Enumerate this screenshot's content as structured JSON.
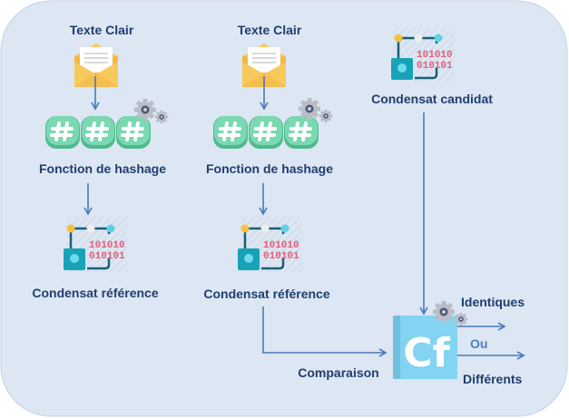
{
  "labels": {
    "plain_text_1": "Texte Clair",
    "plain_text_2": "Texte Clair",
    "hash_function_1": "Fonction de hashage",
    "hash_function_2": "Fonction de hashage",
    "reference_digest_1": "Condensat référence",
    "reference_digest_2": "Condensat référence",
    "candidate_digest": "Condensat candidat",
    "comparison": "Comparaison",
    "identical": "Identiques",
    "or": "Ou",
    "different": "Différents",
    "compare_logo": "Cf"
  },
  "colors": {
    "background": "#dde6f3",
    "text": "#1f3f6e",
    "arrow": "#4a78bd",
    "hash_tile": "#6fd0a8",
    "envelope": "#f7c85a",
    "chip": "#1aa7bd",
    "binary": "#e0607a",
    "cf_box": "#7fd3f0"
  },
  "icons": [
    "envelope-icon",
    "hash-icon",
    "gear-icon",
    "digest-circuit-icon",
    "compare-cf-icon"
  ]
}
